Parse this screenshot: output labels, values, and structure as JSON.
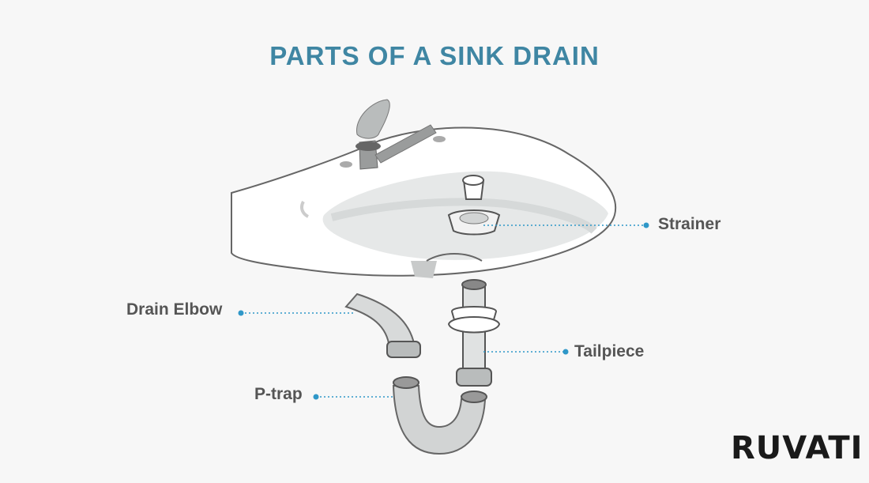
{
  "title": "PARTS OF A SINK DRAIN",
  "labels": {
    "strainer": "Strainer",
    "drain_elbow": "Drain Elbow",
    "tailpiece": "Tailpiece",
    "p_trap": "P-trap"
  },
  "brand": "RUVATI",
  "colors": {
    "title": "#3f86a3",
    "label_text": "#555555",
    "leader_line": "#2f97c8",
    "outline": "#6b6b6b",
    "pipe_fill": "#d2d4d4"
  }
}
